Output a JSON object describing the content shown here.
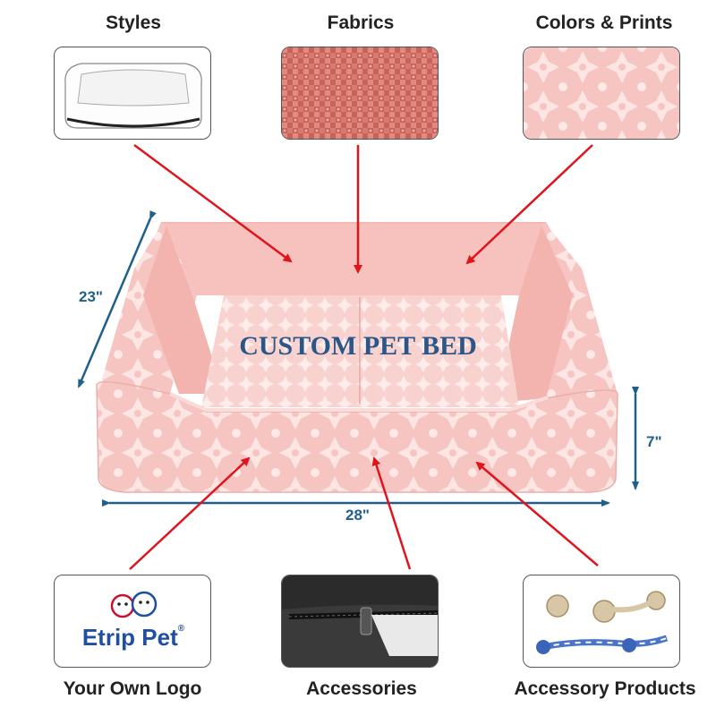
{
  "top_labels": [
    "Styles",
    "Fabrics",
    "Colors & Prints"
  ],
  "bottom_labels": [
    "Your Own Logo",
    "Accessories",
    "Accessory Products"
  ],
  "product_title": "CUSTOM PET BED",
  "dimensions": {
    "depth": "23\"",
    "height": "7\"",
    "width": "28\""
  },
  "logo_text": "Etrip Pet",
  "logo_mark": "®",
  "colors": {
    "arrow": "#e0141c",
    "dimension": "#1f5f8b",
    "bed": "#f7c9c6",
    "title": "#2a5688"
  },
  "icons": [
    "pet-bed-outline-icon",
    "fabric-swatch-icon",
    "pattern-swatch-icon",
    "logo-pets-icon",
    "zipper-icon",
    "rope-toy-icon"
  ]
}
